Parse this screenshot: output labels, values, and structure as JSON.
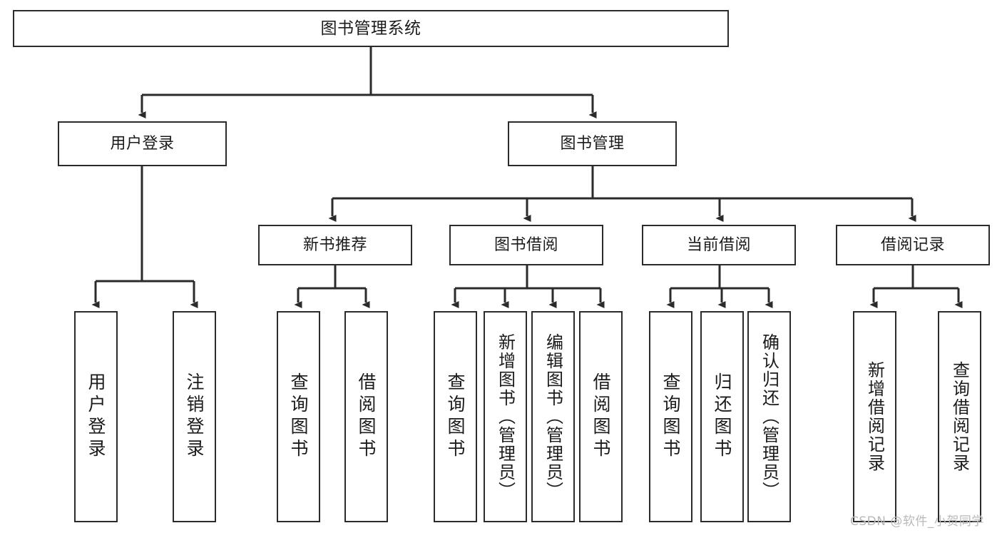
{
  "diagram": {
    "type": "tree-hierarchy",
    "title": "图书管理系统",
    "watermark": "CSDN @软件_小贺同学",
    "colors": {
      "stroke": "#2b2b2b",
      "background": "#ffffff",
      "text": "#1b1b1b",
      "watermark": "#b9b9b9"
    },
    "nodes": {
      "root": {
        "label": "图书管理系统"
      },
      "level2": [
        {
          "label": "用户登录"
        },
        {
          "label": "图书管理"
        }
      ],
      "level3": [
        {
          "label": "新书推荐"
        },
        {
          "label": "图书借阅"
        },
        {
          "label": "当前借阅"
        },
        {
          "label": "借阅记录"
        }
      ],
      "leaves": {
        "user_login": [
          {
            "label": "用户登录"
          },
          {
            "label": "注销登录"
          }
        ],
        "new_book": [
          {
            "label": "查询图书"
          },
          {
            "label": "借阅图书"
          }
        ],
        "book_borrow": [
          {
            "label": "查询图书"
          },
          {
            "label": "新增图书（管理员）"
          },
          {
            "label": "编辑图书（管理员）"
          },
          {
            "label": "借阅图书"
          }
        ],
        "current_borrow": [
          {
            "label": "查询图书"
          },
          {
            "label": "归还图书"
          },
          {
            "label": "确认归还（管理员）"
          }
        ],
        "borrow_record": [
          {
            "label": "新增借阅记录"
          },
          {
            "label": "查询借阅记录"
          }
        ]
      }
    }
  }
}
